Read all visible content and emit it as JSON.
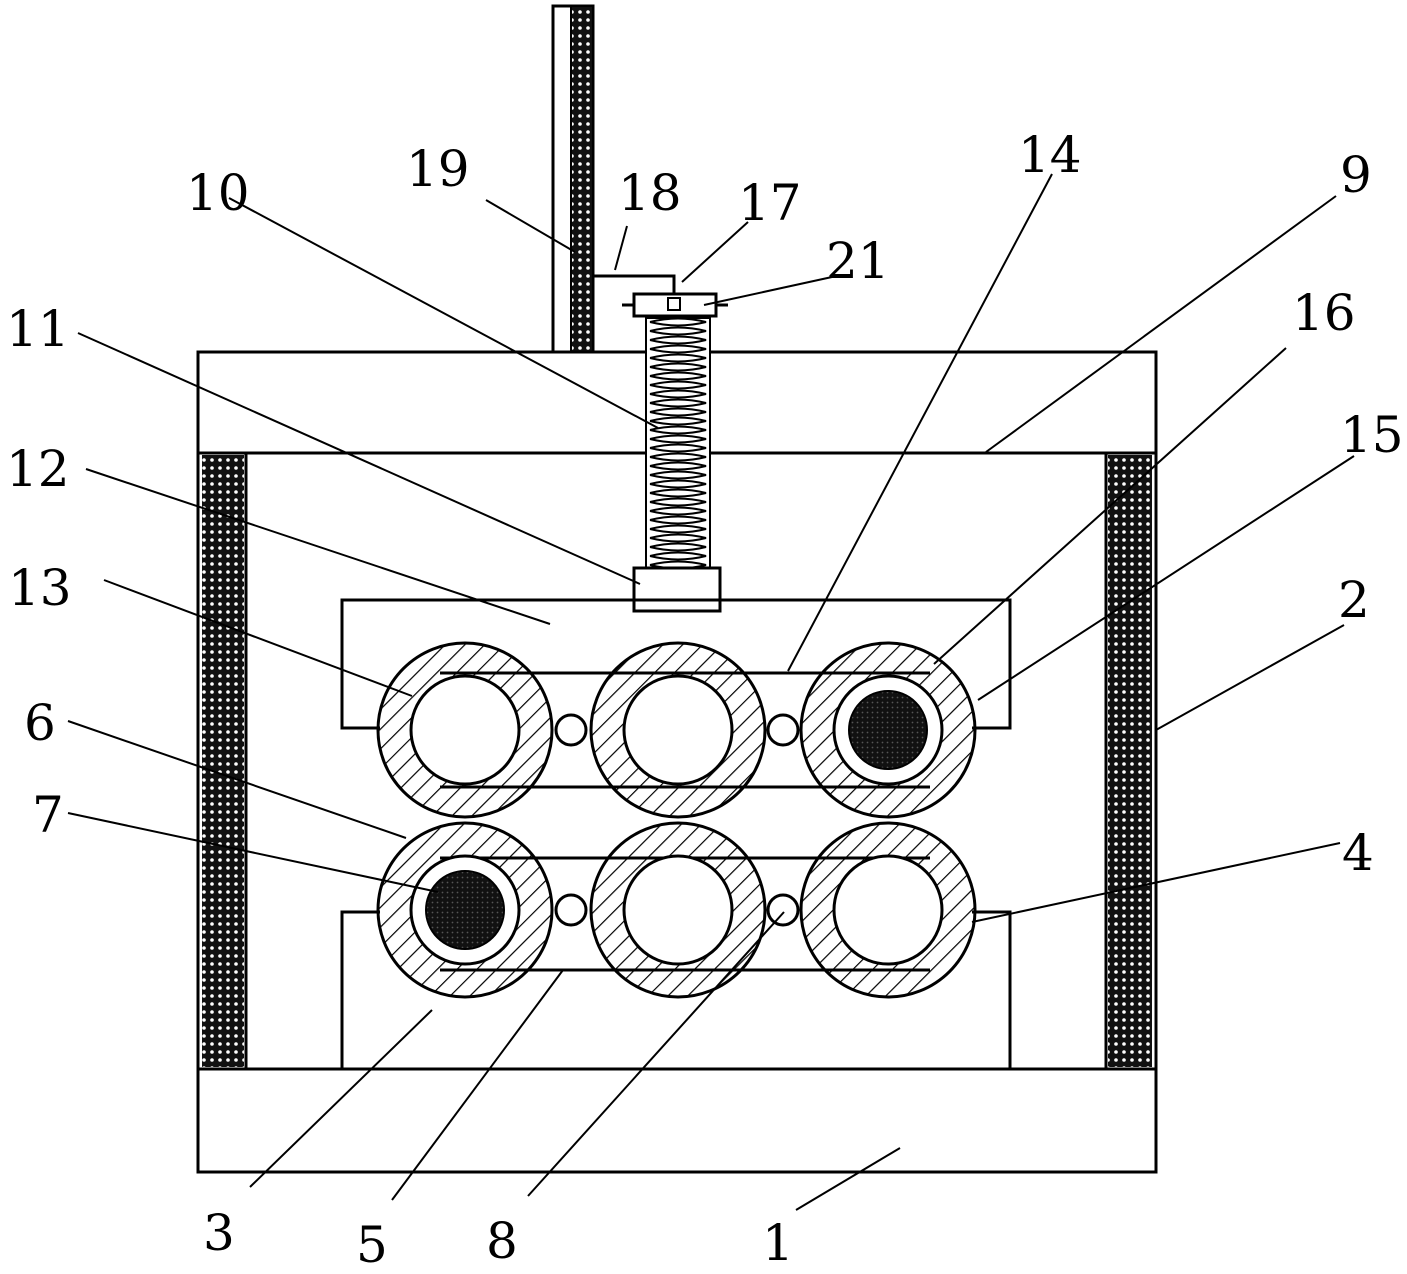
{
  "labels": {
    "l1": "1",
    "l2": "2",
    "l3": "3",
    "l4": "4",
    "l5": "5",
    "l6": "6",
    "l7": "7",
    "l8": "8",
    "l9": "9",
    "l10": "10",
    "l11": "11",
    "l12": "12",
    "l13": "13",
    "l14": "14",
    "l15": "15",
    "l16": "16",
    "l17": "17",
    "l18": "18",
    "l19": "19",
    "l21": "21"
  }
}
